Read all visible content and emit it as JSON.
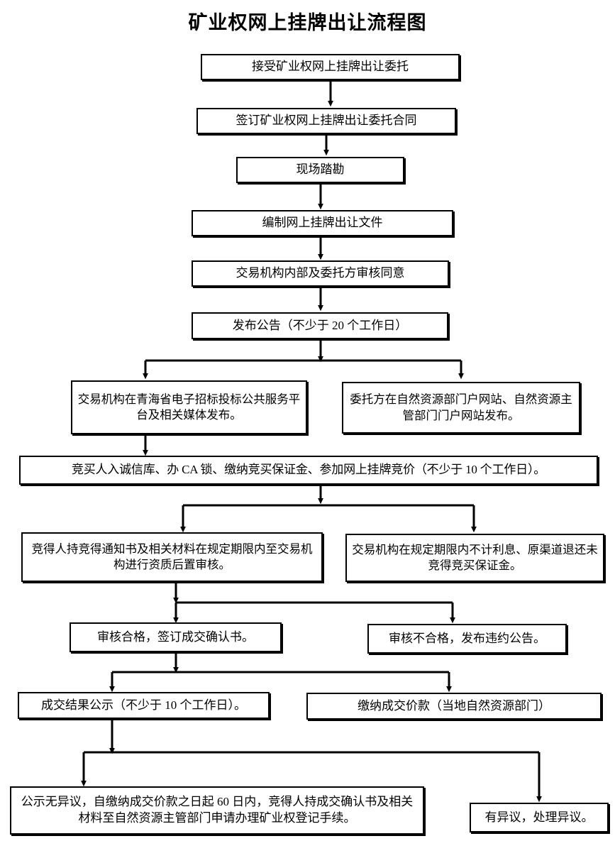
{
  "title": "矿业权网上挂牌出让流程图",
  "diagram": {
    "type": "flowchart",
    "orientation": "top-to-bottom",
    "nodes": [
      {
        "id": "n1",
        "label": "接受矿业权网上挂牌出让委托"
      },
      {
        "id": "n2",
        "label": "签订矿业权网上挂牌出让委托合同"
      },
      {
        "id": "n3",
        "label": "现场踏勘"
      },
      {
        "id": "n4",
        "label": "编制网上挂牌出让文件"
      },
      {
        "id": "n5",
        "label": "交易机构内部及委托方审核同意"
      },
      {
        "id": "n6",
        "label": "发布公告（不少于 20 个工作日）"
      },
      {
        "id": "n7",
        "label": "交易机构在青海省电子招标投标公共服务平台及相关媒体发布。"
      },
      {
        "id": "n8",
        "label": "委托方在自然资源部门户网站、自然资源主管部门门户网站发布。"
      },
      {
        "id": "n9",
        "label": "竞买人入诚信库、办 CA 锁、缴纳竞买保证金、参加网上挂牌竞价（不少于 10 个工作日）。"
      },
      {
        "id": "n10",
        "label": "竞得人持竞得通知书及相关材料在规定期限内至交易机构进行资质后置审核。"
      },
      {
        "id": "n11",
        "label": "交易机构在规定期限内不计利息、原渠道退还未竞得竞买保证金。"
      },
      {
        "id": "n12",
        "label": "审核合格，签订成交确认书。"
      },
      {
        "id": "n13",
        "label": "审核不合格，发布违约公告。"
      },
      {
        "id": "n14",
        "label": "成交结果公示（不少于 10 个工作日）。"
      },
      {
        "id": "n15",
        "label": "缴纳成交价款（当地自然资源部门）"
      },
      {
        "id": "n16",
        "label": "公示无异议，自缴纳成交价款之日起 60 日内，竞得人持成交确认书及相关材料至自然资源主管部门申请办理矿业权登记手续。"
      },
      {
        "id": "n17",
        "label": "有异议，处理异议。"
      }
    ],
    "edges": [
      {
        "from": "n1",
        "to": "n2"
      },
      {
        "from": "n2",
        "to": "n3"
      },
      {
        "from": "n3",
        "to": "n4"
      },
      {
        "from": "n4",
        "to": "n5"
      },
      {
        "from": "n5",
        "to": "n6"
      },
      {
        "from": "n6",
        "to": "n7"
      },
      {
        "from": "n6",
        "to": "n8"
      },
      {
        "from": "n7",
        "to": "n9"
      },
      {
        "from": "n9",
        "to": "n10"
      },
      {
        "from": "n9",
        "to": "n11"
      },
      {
        "from": "n10",
        "to": "n12"
      },
      {
        "from": "n10",
        "to": "n13"
      },
      {
        "from": "n12",
        "to": "n14"
      },
      {
        "from": "n12",
        "to": "n15"
      },
      {
        "from": "n14",
        "to": "n16"
      },
      {
        "from": "n14",
        "to": "n17"
      }
    ],
    "colors": {
      "line": "#000000",
      "box_border": "#000000",
      "box_fill": "#ffffff",
      "text": "#000000",
      "background": "#ffffff"
    }
  }
}
